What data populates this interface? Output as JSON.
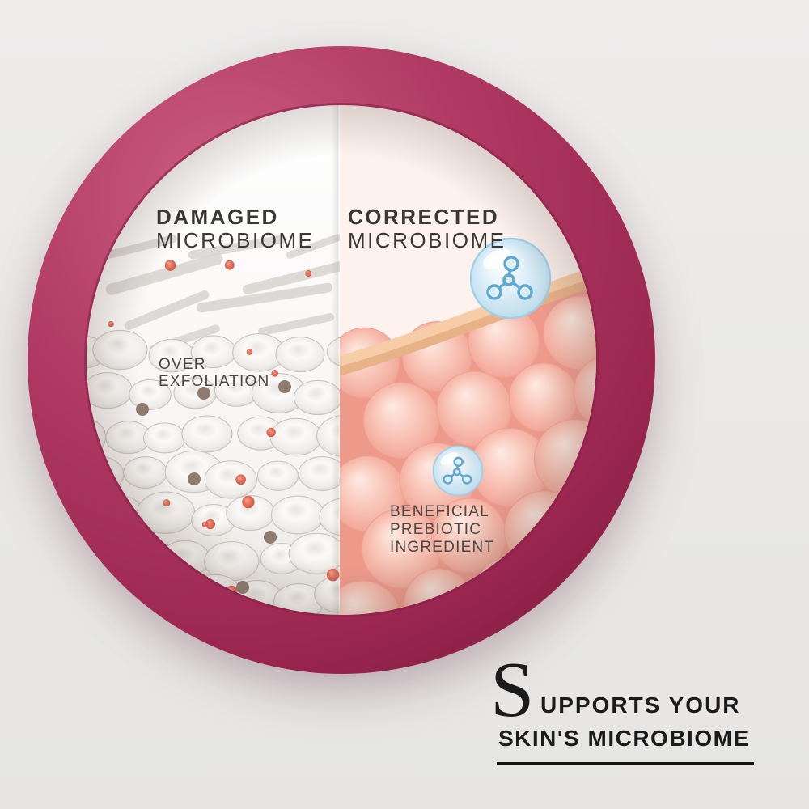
{
  "scene": {
    "left_panel": {
      "title1": "DAMAGED",
      "title2": "MICROBIOME",
      "caption1": "OVER",
      "caption2": "EXFOLIATION"
    },
    "right_panel": {
      "title1": "CORRECTED",
      "title2": "MICROBIOME",
      "caption1": "BENEFICIAL",
      "caption2": "PREBIOTIC",
      "caption3": "INGREDIENT"
    }
  },
  "tagline": {
    "dropcap": "S",
    "line1": "UPPORTS YOUR",
    "line2": "SKIN'S MICROBIOME"
  },
  "colors": {
    "ring_magenta": "#a7305a",
    "left_cell_gray": "#efece9",
    "right_cell_pink": "#f6b9ac",
    "gap_pink": "#ee9a8b",
    "skin_band": "#f2c29b",
    "bubble_blue": "#cfe8f5",
    "red_dot": "#de6a57",
    "background": "#e9e8e6",
    "text_dark": "#3a3835"
  }
}
